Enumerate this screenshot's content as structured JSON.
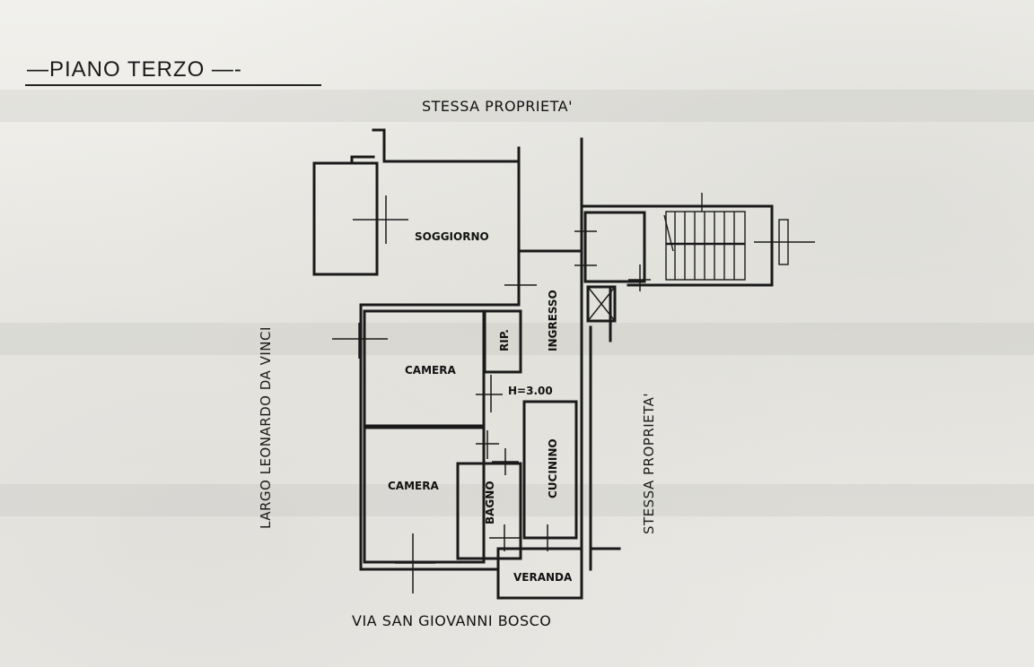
{
  "document": {
    "heading": "—PIANO TERZO —-",
    "top_neighbor": "STESSA PROPRIETA'",
    "left_street": "LARGO LEONARDO DA VINCI",
    "right_neighbor": "STESSA PROPRIETA'",
    "bottom_street": "VIA SAN GIOVANNI BOSCO"
  },
  "rooms": {
    "soggiorno": "SOGGIORNO",
    "camera_1": "CAMERA",
    "camera_2": "CAMERA",
    "rip": "RIP.",
    "ingresso": "INGRESSO",
    "height": "H=3.00",
    "bagno": "BAGNO",
    "cucinino": "CUCININO",
    "veranda": "VERANDA"
  },
  "colors": {
    "paper": "#eceae6",
    "ink": "#1a1a1a"
  }
}
